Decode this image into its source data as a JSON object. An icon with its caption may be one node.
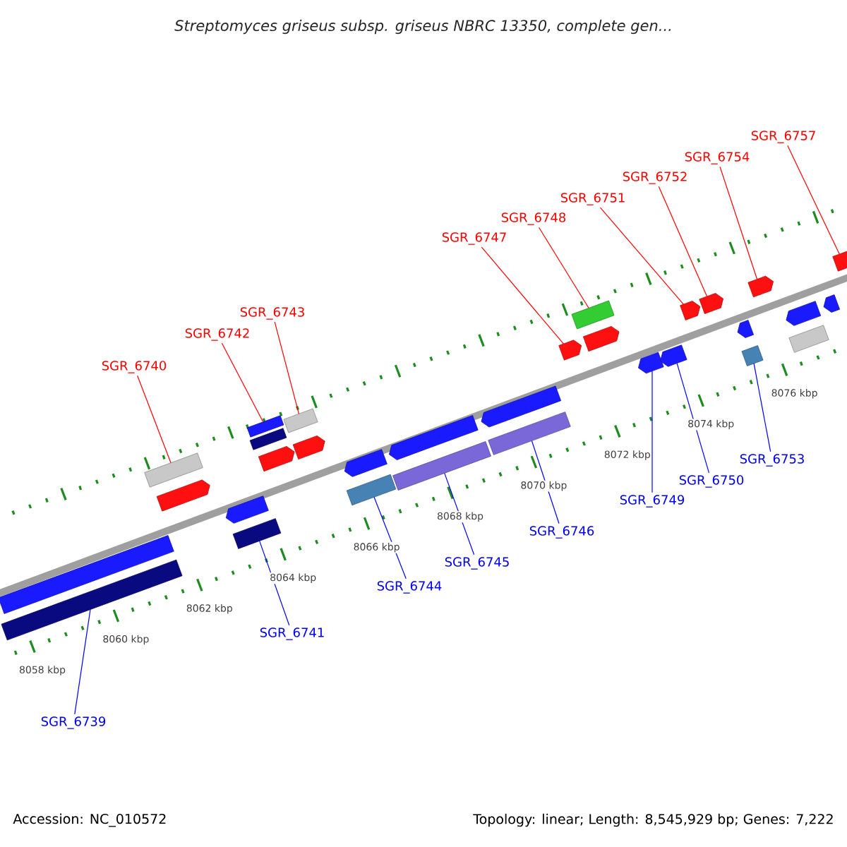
{
  "diagram": {
    "title": "Streptomyces griseus subsp. griseus NBRC 13350, complete gen...",
    "nodes": [
      {
        "text": [
          "SGR_6740"
        ]
      },
      {
        "text": [
          "SGR_6742"
        ]
      },
      {
        "text": [
          "SGR_6743"
        ]
      },
      {
        "text": [
          "SGR_6747"
        ]
      },
      {
        "text": [
          "SGR_6748"
        ]
      },
      {
        "text": [
          "SGR_6751"
        ]
      },
      {
        "text": [
          "SGR_6752"
        ]
      },
      {
        "text": [
          "SGR_6754"
        ]
      },
      {
        "text": [
          "SGR_6757"
        ]
      },
      {
        "text": [
          "SGR_6739"
        ]
      },
      {
        "text": [
          "SGR_6741"
        ]
      },
      {
        "text": [
          "SGR_6744"
        ]
      },
      {
        "text": [
          "SGR_6745"
        ]
      },
      {
        "text": [
          "SGR_6746"
        ]
      },
      {
        "text": [
          "SGR_6749"
        ]
      },
      {
        "text": [
          "SGR_6750"
        ]
      },
      {
        "text": [
          "SGR_6753"
        ]
      },
      {
        "text": [],
        "shape": "box"
      },
      {
        "text": [],
        "shape": "box"
      },
      {
        "text": [],
        "shape": "box"
      },
      {
        "text": [],
        "shape": "pentagon"
      },
      {
        "text": [],
        "shape": "pentagon"
      },
      {
        "text": [],
        "shape": "box"
      },
      {
        "text": [],
        "shape": "box"
      },
      {
        "text": [],
        "shape": "box"
      },
      {
        "text": [],
        "shape": "pentagon"
      },
      {
        "text": [],
        "shape": "box"
      },
      {
        "text": [],
        "shape": "pentagon"
      },
      {
        "text": [],
        "shape": "pentagon"
      },
      {
        "text": [],
        "shape": "box"
      },
      {
        "text": [],
        "shape": "pentagon"
      },
      {
        "text": [],
        "shape": "box"
      },
      {
        "text": [],
        "shape": "pentagon"
      },
      {
        "text": [],
        "shape": "box"
      },
      {
        "text": [],
        "shape": "pentagon"
      },
      {
        "text": [],
        "shape": "box"
      },
      {
        "text": [],
        "shape": "pentagon"
      },
      {
        "text": [],
        "shape": "pentagon"
      },
      {
        "text": [],
        "shape": "pentagon"
      },
      {
        "text": [],
        "shape": "pentagon"
      },
      {
        "text": [],
        "shape": "pentagon"
      },
      {
        "text": [],
        "shape": "pentagon"
      },
      {
        "text": [],
        "shape": "box"
      },
      {
        "text": [],
        "shape": "pentagon"
      },
      {
        "text": [],
        "shape": "pentagon"
      },
      {
        "text": [],
        "shape": "box"
      },
      {
        "text": [],
        "shape": "pentagon"
      },
      {
        "text": [],
        "shape": "pentagon"
      }
    ],
    "edges": [
      {
        "from": 0,
        "to": 19,
        "arrow": "none"
      },
      {
        "from": 1,
        "to": 23,
        "arrow": "none"
      },
      {
        "from": 2,
        "to": 26,
        "arrow": "none"
      },
      {
        "from": 3,
        "to": 34,
        "arrow": "none"
      },
      {
        "from": 4,
        "to": 35,
        "arrow": "none"
      },
      {
        "from": 5,
        "to": 39,
        "arrow": "none"
      },
      {
        "from": 6,
        "to": 40,
        "arrow": "none"
      },
      {
        "from": 7,
        "to": 43,
        "arrow": "none"
      },
      {
        "from": 8,
        "to": 47,
        "arrow": "none"
      },
      {
        "from": 9,
        "to": 18,
        "arrow": "none",
        "color": "#0000ff"
      },
      {
        "from": 10,
        "to": 22,
        "arrow": "none",
        "color": "#0000ff"
      },
      {
        "from": 11,
        "to": 29,
        "arrow": "none",
        "color": "#0000ff"
      },
      {
        "from": 12,
        "to": 31,
        "arrow": "none",
        "color": "#0000ff"
      },
      {
        "from": 13,
        "to": 33,
        "arrow": "none",
        "color": "#0000ff"
      },
      {
        "from": 14,
        "to": 37,
        "arrow": "none",
        "color": "#0000ff"
      },
      {
        "from": 15,
        "to": 38,
        "arrow": "none",
        "color": "#0000ff"
      },
      {
        "from": 16,
        "to": 42,
        "arrow": "none",
        "color": "#0000ff"
      }
    ],
    "labels": [
      "8058 kbp",
      "8060 kbp",
      "8062 kbp",
      "8064 kbp",
      "8066 kbp",
      "8068 kbp",
      "8070 kbp",
      "8072 kbp",
      "8074 kbp",
      "8076 kbp",
      "Accession: NC_010572",
      "Topology: linear; Length: 8,545,929 bp; Genes: 7,222"
    ]
  }
}
